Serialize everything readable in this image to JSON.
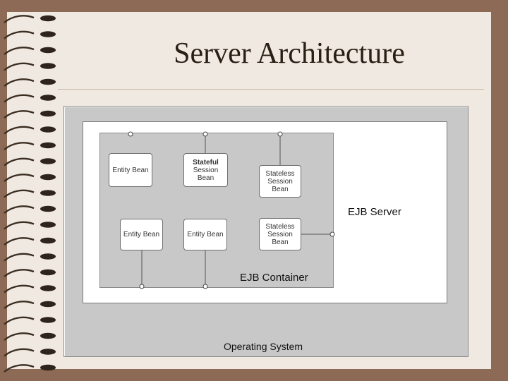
{
  "slide": {
    "title": "Server Architecture"
  },
  "diagram": {
    "os_label": "Operating System",
    "server_label": "EJB Server",
    "container_label": "EJB Container",
    "beans": [
      {
        "line1": "Entity Bean",
        "line2": "",
        "line3": ""
      },
      {
        "line1": "Stateful",
        "line2": "Session",
        "line3": "Bean"
      },
      {
        "line1": "Stateless",
        "line2": "Session",
        "line3": "Bean"
      },
      {
        "line1": "Entity Bean",
        "line2": "",
        "line3": ""
      },
      {
        "line1": "Entity Bean",
        "line2": "",
        "line3": ""
      },
      {
        "line1": "Stateless",
        "line2": "Session",
        "line3": "Bean"
      }
    ]
  }
}
